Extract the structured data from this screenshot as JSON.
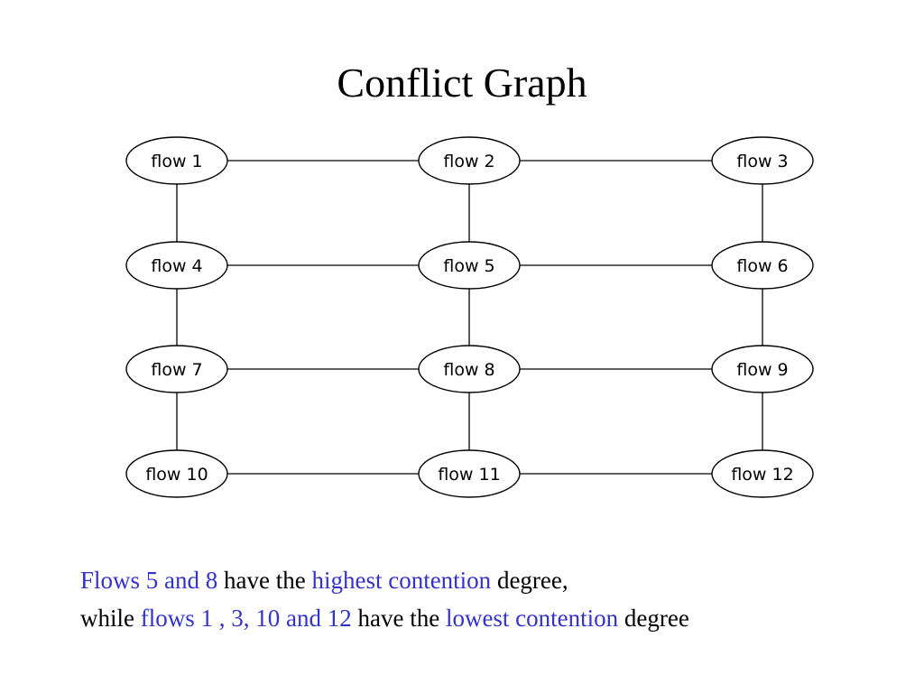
{
  "title": "Conflict Graph",
  "graph": {
    "nodes": [
      "flow 1",
      "flow 2",
      "flow 3",
      "flow 4",
      "flow 5",
      "flow 6",
      "flow 7",
      "flow 8",
      "flow 9",
      "flow 10",
      "flow 11",
      "flow 12"
    ],
    "edges": [
      [
        "flow 1",
        "flow 2"
      ],
      [
        "flow 2",
        "flow 3"
      ],
      [
        "flow 4",
        "flow 5"
      ],
      [
        "flow 5",
        "flow 6"
      ],
      [
        "flow 7",
        "flow 8"
      ],
      [
        "flow 8",
        "flow 9"
      ],
      [
        "flow 10",
        "flow 11"
      ],
      [
        "flow 11",
        "flow 12"
      ],
      [
        "flow 1",
        "flow 4"
      ],
      [
        "flow 4",
        "flow 7"
      ],
      [
        "flow 7",
        "flow 10"
      ],
      [
        "flow 2",
        "flow 5"
      ],
      [
        "flow 5",
        "flow 8"
      ],
      [
        "flow 8",
        "flow 11"
      ],
      [
        "flow 3",
        "flow 6"
      ],
      [
        "flow 6",
        "flow 9"
      ],
      [
        "flow 9",
        "flow 12"
      ]
    ]
  },
  "caption": {
    "line1": {
      "a": "Flows 5 and 8",
      "b": " have the ",
      "c": "highest contention",
      "d": " degree,"
    },
    "line2": {
      "a": "while ",
      "b": "flows 1 , 3, 10 and 12",
      "c": " have the ",
      "d": "lowest contention",
      "e": " degree"
    }
  },
  "colors": {
    "highlight": "#3333cc",
    "text": "#000000"
  }
}
